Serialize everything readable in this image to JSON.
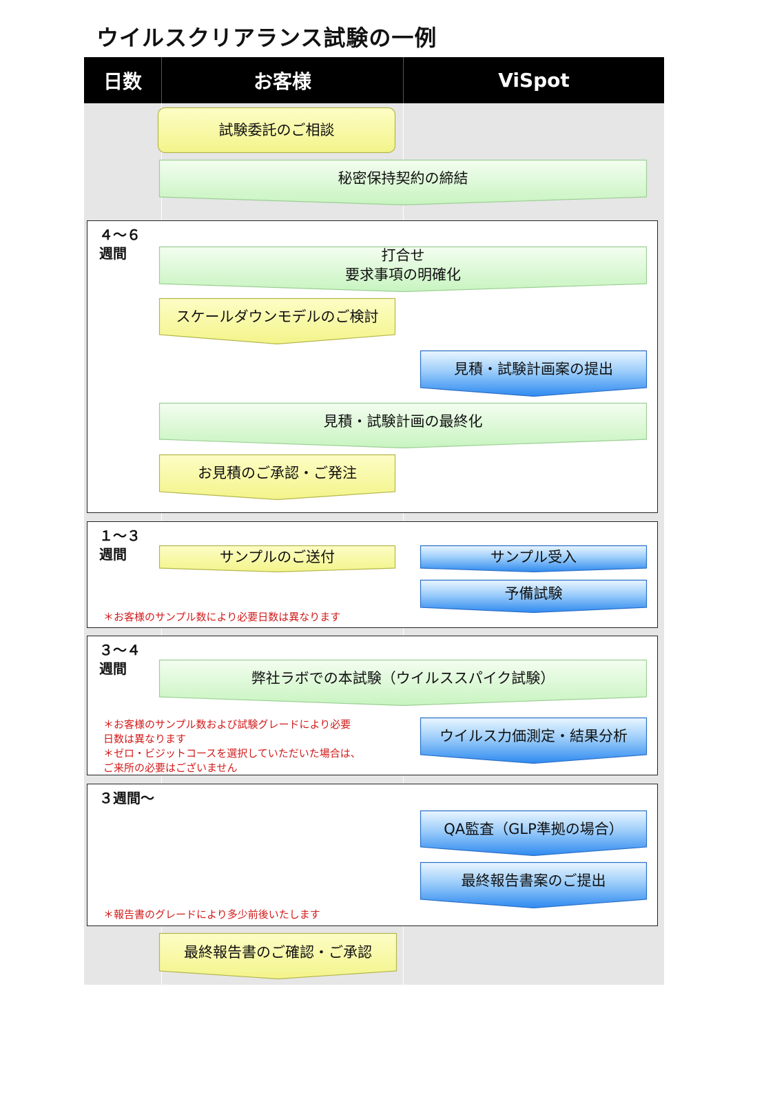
{
  "title": "ウイルスクリアランス試験の一例",
  "header": {
    "days": "日数",
    "customer": "お客様",
    "vispot": "ViSpot"
  },
  "colors": {
    "header_bg": "#000000",
    "column_bg": "#e6e6e6",
    "yellow": [
      "#fdfdc6",
      "#f3f48a"
    ],
    "green": [
      "#f3fdf0",
      "#c8f4c0"
    ],
    "blue": [
      "#e6f4ff",
      "#2f8af0"
    ],
    "note_red": "#d21a1a"
  },
  "steps": {
    "consult": "試験委託のご相談",
    "nda": "秘密保持契約の締結",
    "meeting": "打合せ\n要求事項の明確化",
    "scaledown": "スケールダウンモデルのご検討",
    "quote_plan": "見積・試験計画案の提出",
    "final_plan": "見積・試験計画の最終化",
    "order": "お見積のご承認・ご発注",
    "sample_send": "サンプルのご送付",
    "sample_receive": "サンプル受入",
    "pretest": "予備試験",
    "main_test": "弊社ラボでの本試験（ウイルススパイク試験）",
    "titer": "ウイルス力価測定・結果分析",
    "qa": "QA監査（GLP準拠の場合）",
    "draft_report": "最終報告書案のご提出",
    "final_report": "最終報告書のご確認・ご承認"
  },
  "sections": [
    {
      "period": "４～６\n週間"
    },
    {
      "period": "１～３\n週間",
      "note": "＊お客様のサンプル数により必要日数は異なります"
    },
    {
      "period": "３～４\n週間",
      "note": "＊お客様のサンプル数および試験グレードにより必要\n日数は異なります\n＊ゼロ・ビジットコースを選択していただいた場合は、\nご来所の必要はございません"
    },
    {
      "period": "３週間～",
      "note": "＊報告書のグレードにより多少前後いたします"
    }
  ]
}
